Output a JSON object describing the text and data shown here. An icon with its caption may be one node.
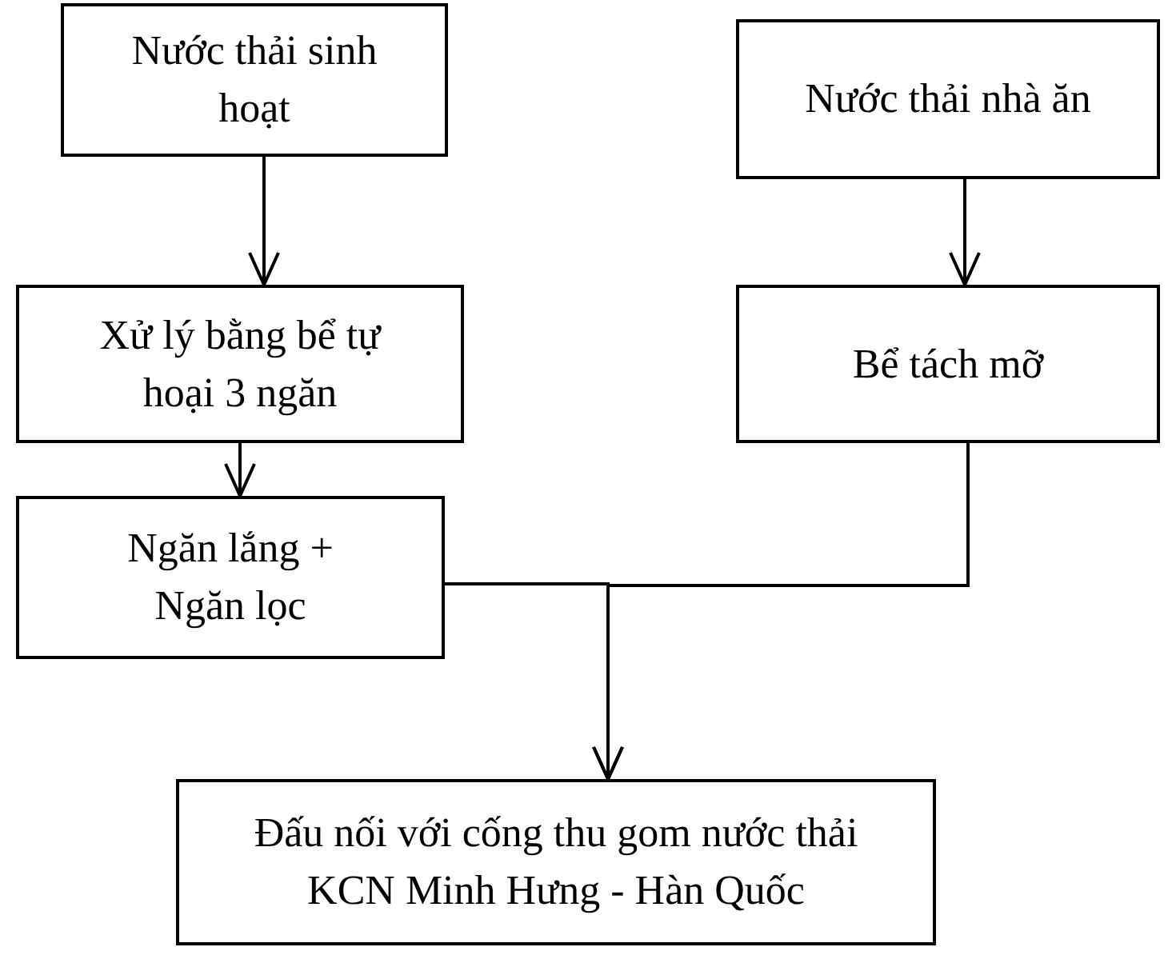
{
  "diagram": {
    "nodes": [
      {
        "text": [
          "Nước thải sinh hoạt"
        ]
      },
      {
        "text": [
          "Nước thải nhà ăn"
        ]
      },
      {
        "text": [
          "Xử lý bằng bể tự hoại 3 ngăn"
        ]
      },
      {
        "text": [
          "Bể tách mỡ"
        ]
      },
      {
        "text": [
          "Ngăn lắng + Ngăn lọc"
        ]
      },
      {
        "text": [
          "Đấu nối với cống thu gom nước thải KCN Minh Hưng - Hàn Quốc"
        ]
      }
    ],
    "edges": [
      {
        "from": 0,
        "to": 2,
        "arrow": "to"
      },
      {
        "from": 1,
        "to": 3,
        "arrow": "to"
      },
      {
        "from": 2,
        "to": 4,
        "arrow": "to"
      },
      {
        "from": 4,
        "to": 5,
        "arrow": "to"
      },
      {
        "from": 3,
        "to": 5,
        "arrow": "to"
      }
    ]
  }
}
